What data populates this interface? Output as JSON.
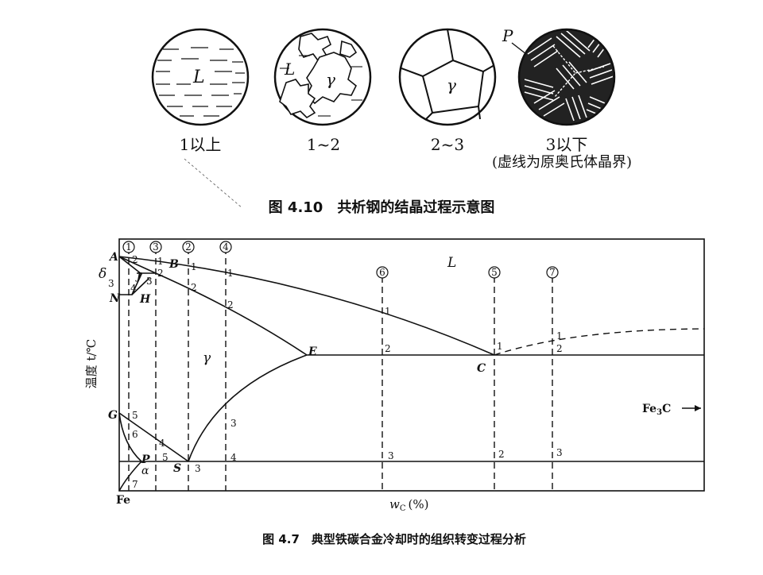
{
  "fig_4_10": {
    "caption": "图 4.10　共析钢的结晶过程示意图",
    "circles": [
      {
        "label": "1以上",
        "region_labels": [
          "L"
        ]
      },
      {
        "label": "1~2",
        "region_labels": [
          "L",
          "γ"
        ]
      },
      {
        "label": "2~3",
        "region_labels": [
          "γ"
        ]
      },
      {
        "label": "3以下",
        "sublabel": "(虚线为原奥氏体晶界)",
        "region_labels": [
          "P"
        ]
      }
    ]
  },
  "fig_4_7": {
    "caption": "图 4.7　典型铁碳合金冷却时的组织转变过程分析",
    "y_axis_label": "温度 t/℃",
    "x_axis_label_main": "w",
    "x_axis_label_sub": "C",
    "x_axis_label_unit": "(%)",
    "origin_label": "Fe",
    "fe3c_label": "Fe",
    "fe3c_sub": "3",
    "fe3c_tail": "C",
    "alloy_numbers": [
      "1",
      "2",
      "3",
      "4",
      "5",
      "6",
      "7"
    ],
    "phase_labels": {
      "L": "L",
      "gamma": "γ",
      "delta": "δ",
      "alpha": "α"
    },
    "point_labels": {
      "A": "A",
      "B": "B",
      "J": "J",
      "H": "H",
      "N": "N",
      "E": "E",
      "C": "C",
      "G": "G",
      "P": "P",
      "S": "S"
    },
    "step_numbers": {
      "n1": "1",
      "n2": "2",
      "n3": "3",
      "n4": "4",
      "n5": "5",
      "n6": "6",
      "n7": "7"
    }
  }
}
